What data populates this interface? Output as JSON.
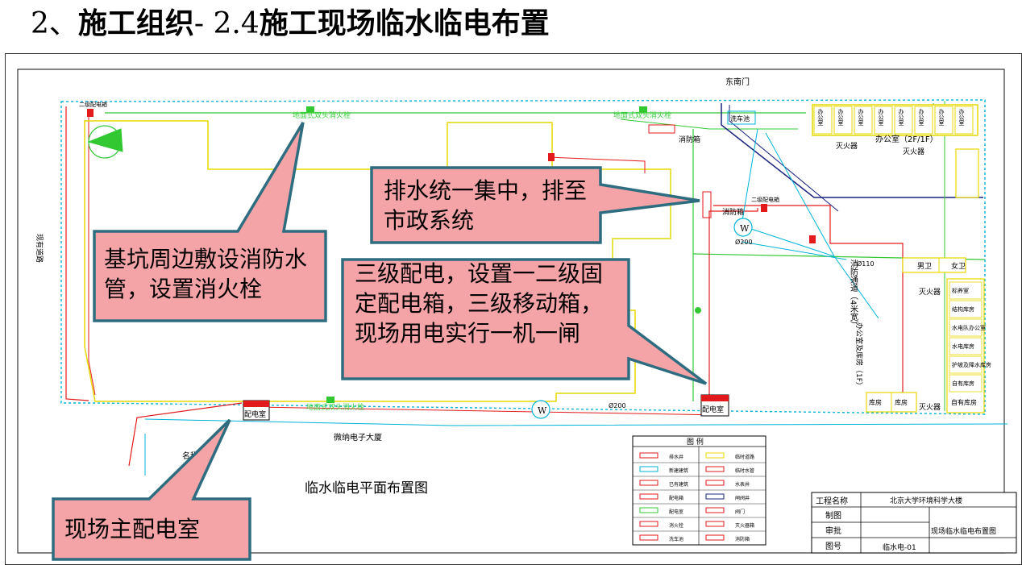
{
  "slide": {
    "title_num": "2、",
    "title_section": "施工组织",
    "title_sep": "- ",
    "title_sub_num": "2.4",
    "title_sub": "施工现场临水临电布置"
  },
  "callouts": {
    "drain": "排水统一集中，排至市政系统",
    "fire": "基坑周边敷设消防水管，设置消火栓",
    "power": "三级配电，设置一二级固定配电箱，三级移动箱，现场用电实行一机一闸",
    "main": "现场主配电室"
  },
  "plan": {
    "drawing_title": "临水临电平面布置图",
    "gate": "东南门",
    "existing_road": "现有道路",
    "building_south": "微纳电子大厦",
    "name_label": "名称",
    "hydrant_ground": "地面式双头消火栓",
    "fire_box": "消防箱",
    "extinguisher": "灭火器",
    "office": "办公室（2F/1F）",
    "office_units": [
      "办公室",
      "办公室",
      "办公室",
      "办公室",
      "办公室",
      "办公室",
      "办公室",
      "办公室"
    ],
    "car_wash": "洗车池",
    "power_room": "配电室",
    "sec_box": "二级配电箱",
    "meter_w": "W",
    "pipe_200": "Ø200",
    "pipe_110": "Ø110",
    "toilet_m": "男卫",
    "toilet_f": "女卫",
    "fire_lane": "消防通道（4米宽）",
    "warehouse_office": "办公室及库房（1F）",
    "rooms": [
      "标养室",
      "结构库房",
      "水电队办公室",
      "水电库房",
      "护坡及降水库房",
      "自有库房"
    ],
    "storehouse": "库房",
    "self_store": "自有库房"
  },
  "legend": {
    "title": "图  例",
    "items": [
      "排水井",
      "临时道路",
      "新建建筑",
      "临时水管",
      "已有建筑",
      "水表井",
      "配电箱",
      "闸阀井",
      "配电室",
      "阀门",
      "消火栓",
      "灭火器箱",
      "洗车池",
      "消防箱"
    ]
  },
  "titleblock": {
    "project_label": "工程名称",
    "project_value": "北京大学环境科学大楼",
    "drawn_label": "制图",
    "approve_label": "审批",
    "sheet_title": "现场临水临电布置图",
    "no_label": "图号",
    "no_value": "临水电-01"
  },
  "colors": {
    "callout_fill": "#f4a3a6",
    "callout_border": "#2e6d80",
    "water_line": "#00b4d8",
    "power_line": "#e31a1c",
    "building_line": "#e8d800",
    "road_line": "#1a237e",
    "green_line": "#32c832",
    "hydrant_text": "#3ccf3c"
  }
}
